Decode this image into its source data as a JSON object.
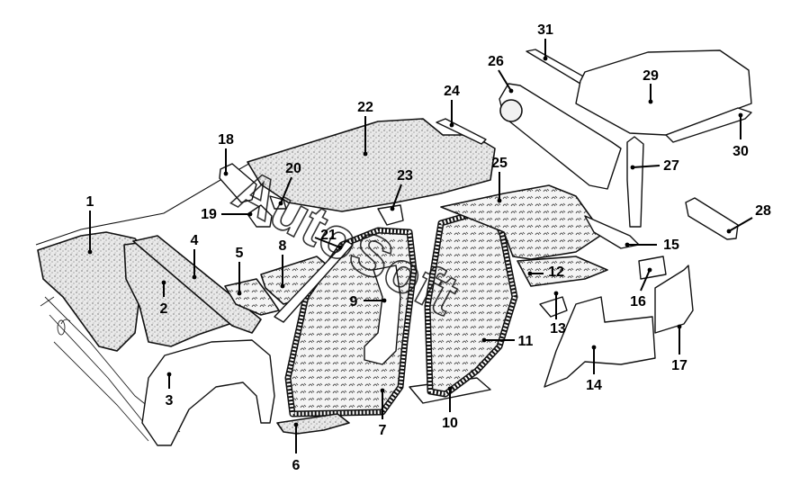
{
  "diagram": {
    "title": "Body insulation and trim panels (exploded view)",
    "watermark": "AutoSoft",
    "callouts": [
      {
        "id": "1",
        "label": "1"
      },
      {
        "id": "2",
        "label": "2"
      },
      {
        "id": "3",
        "label": "3"
      },
      {
        "id": "4",
        "label": "4"
      },
      {
        "id": "5",
        "label": "5"
      },
      {
        "id": "6",
        "label": "6"
      },
      {
        "id": "7",
        "label": "7"
      },
      {
        "id": "8",
        "label": "8"
      },
      {
        "id": "9",
        "label": "9"
      },
      {
        "id": "10",
        "label": "10"
      },
      {
        "id": "11",
        "label": "11"
      },
      {
        "id": "12",
        "label": "12"
      },
      {
        "id": "13",
        "label": "13"
      },
      {
        "id": "14",
        "label": "14"
      },
      {
        "id": "15",
        "label": "15"
      },
      {
        "id": "16",
        "label": "16"
      },
      {
        "id": "17",
        "label": "17"
      },
      {
        "id": "18",
        "label": "18"
      },
      {
        "id": "19",
        "label": "19"
      },
      {
        "id": "20",
        "label": "20"
      },
      {
        "id": "21",
        "label": "21"
      },
      {
        "id": "22",
        "label": "22"
      },
      {
        "id": "23",
        "label": "23"
      },
      {
        "id": "24",
        "label": "24"
      },
      {
        "id": "25",
        "label": "25"
      },
      {
        "id": "26",
        "label": "26"
      },
      {
        "id": "27",
        "label": "27"
      },
      {
        "id": "28",
        "label": "28"
      },
      {
        "id": "29",
        "label": "29"
      },
      {
        "id": "30",
        "label": "30"
      },
      {
        "id": "31",
        "label": "31"
      }
    ]
  }
}
